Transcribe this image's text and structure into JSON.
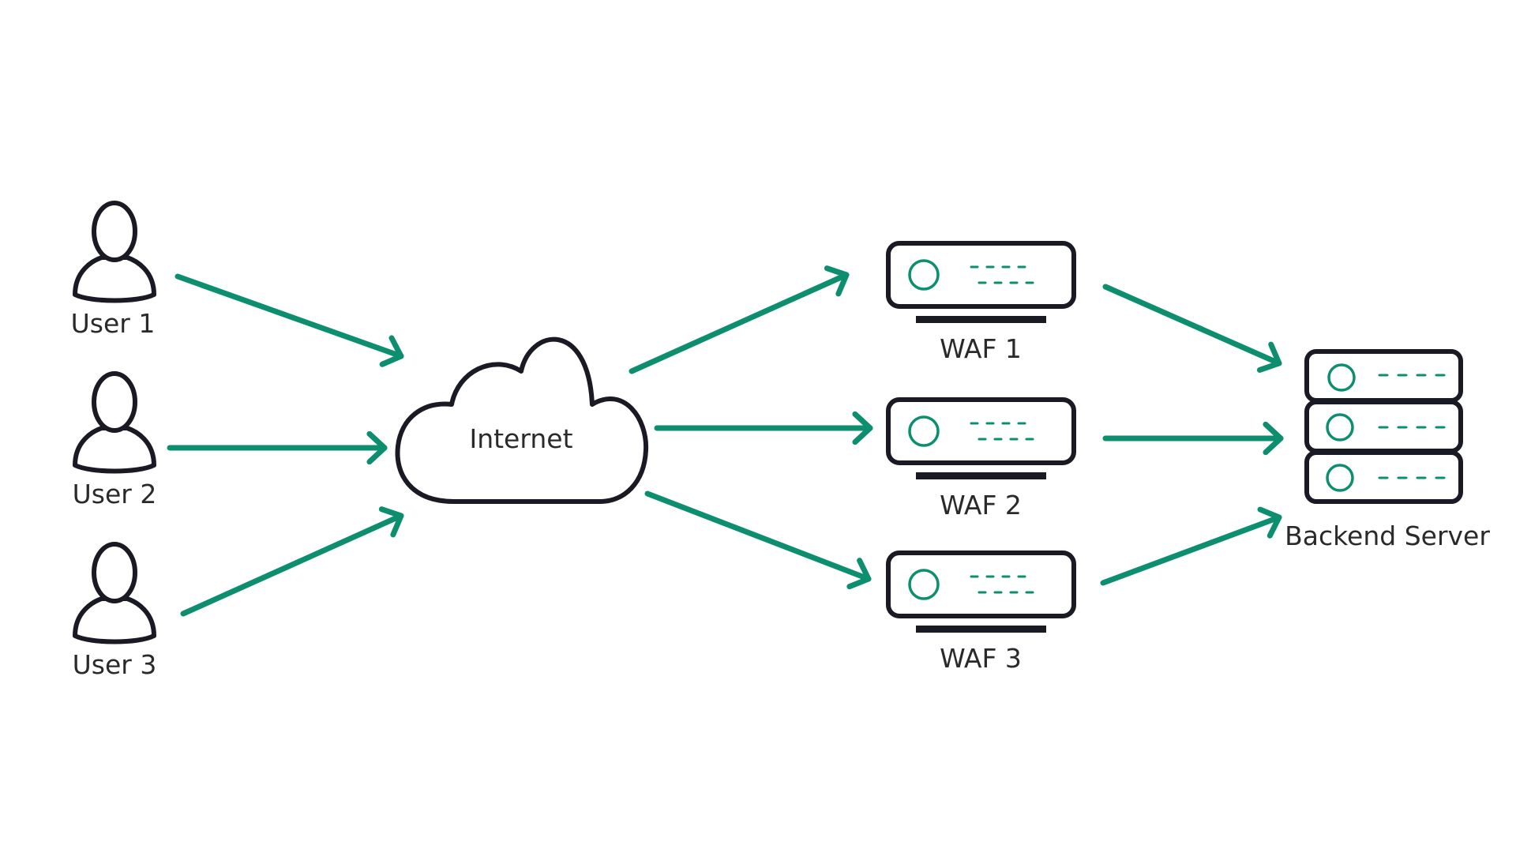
{
  "colors": {
    "accent": "#0d8f6f",
    "outline": "#1a1a24",
    "text": "#2a2a2a",
    "background": "#ffffff"
  },
  "users": [
    {
      "label": "User 1",
      "icon": "user-icon"
    },
    {
      "label": "User 2",
      "icon": "user-icon"
    },
    {
      "label": "User 3",
      "icon": "user-icon"
    }
  ],
  "internet": {
    "label": "Internet",
    "icon": "cloud-icon"
  },
  "wafs": [
    {
      "label": "WAF 1",
      "icon": "firewall-appliance-icon"
    },
    {
      "label": "WAF 2",
      "icon": "firewall-appliance-icon"
    },
    {
      "label": "WAF 3",
      "icon": "firewall-appliance-icon"
    }
  ],
  "backend": {
    "label": "Backend Server",
    "icon": "server-stack-icon"
  },
  "connections": [
    {
      "from": "User 1",
      "to": "Internet"
    },
    {
      "from": "User 2",
      "to": "Internet"
    },
    {
      "from": "User 3",
      "to": "Internet"
    },
    {
      "from": "Internet",
      "to": "WAF 1"
    },
    {
      "from": "Internet",
      "to": "WAF 2"
    },
    {
      "from": "Internet",
      "to": "WAF 3"
    },
    {
      "from": "WAF 1",
      "to": "Backend Server"
    },
    {
      "from": "WAF 2",
      "to": "Backend Server"
    },
    {
      "from": "WAF 3",
      "to": "Backend Server"
    }
  ]
}
